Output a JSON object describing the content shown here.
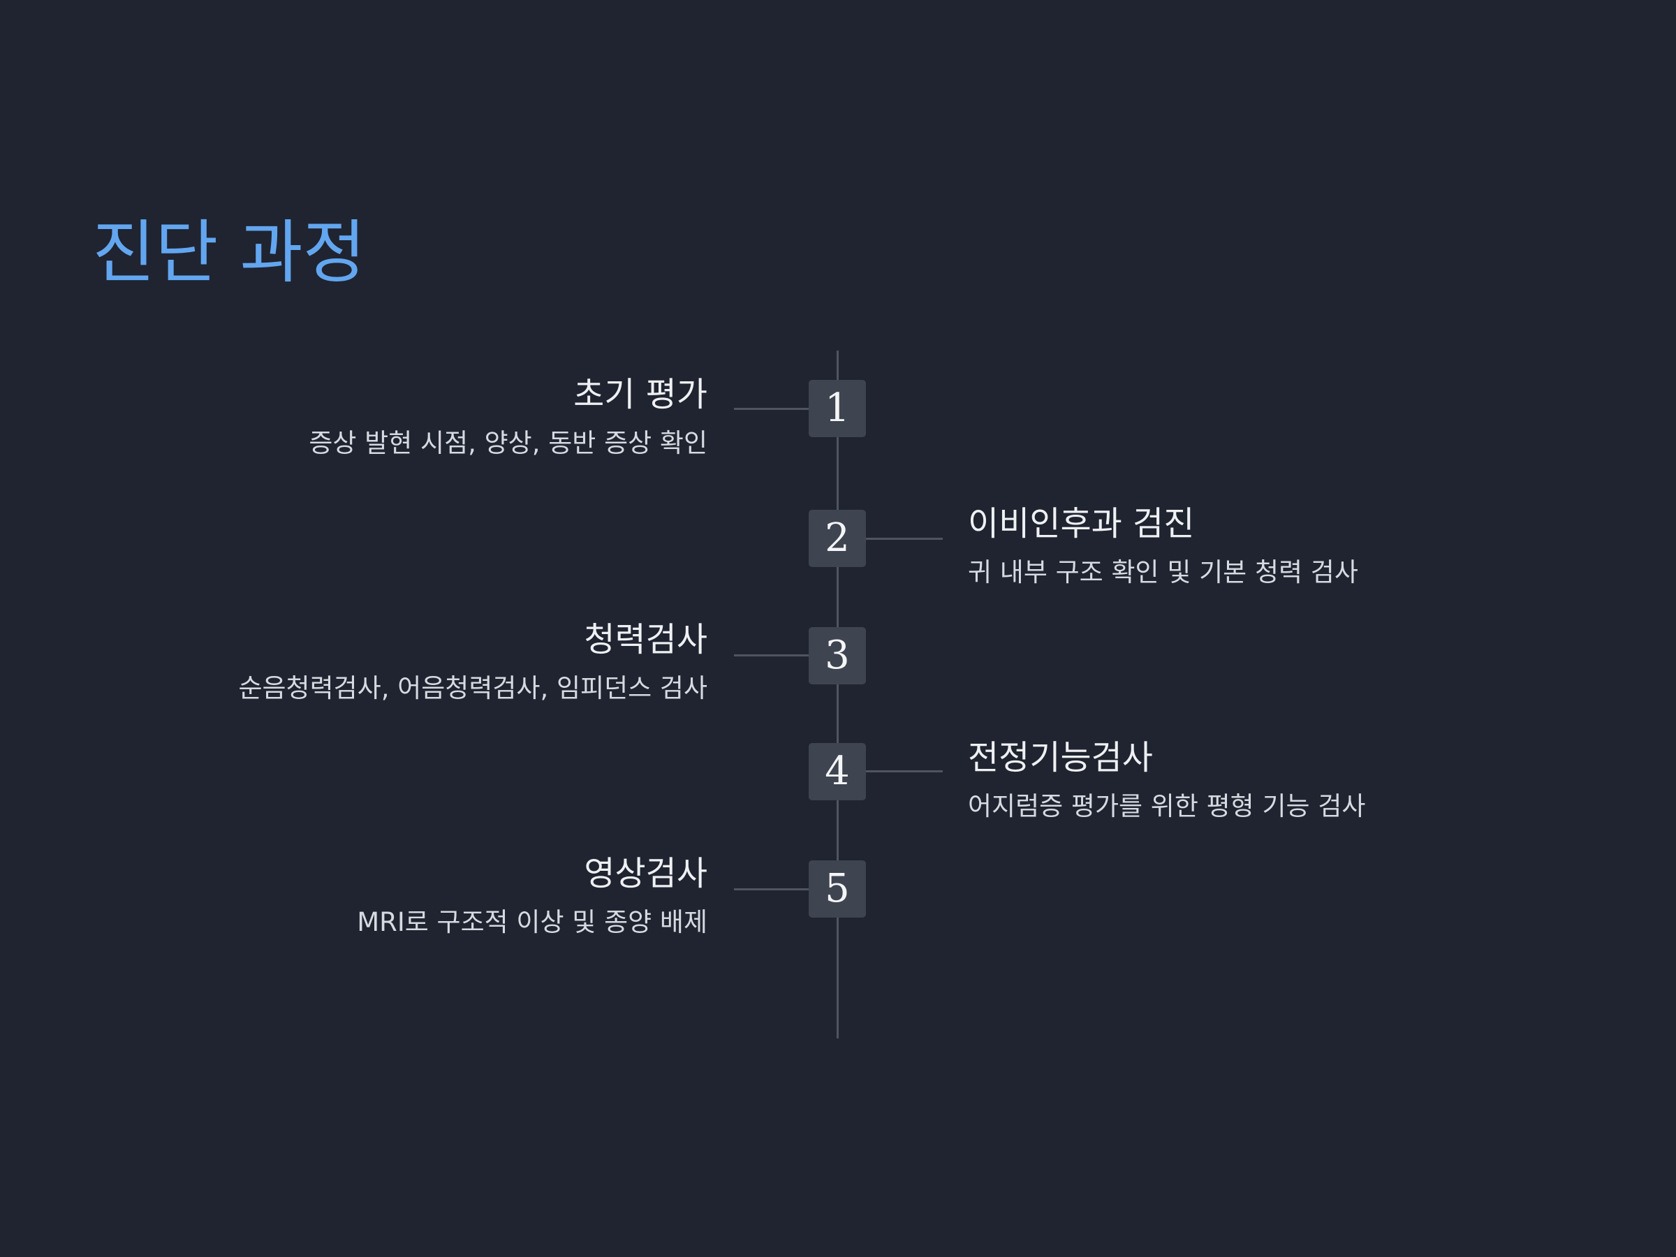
{
  "title": "진단 과정",
  "colors": {
    "background": "#1f2430",
    "accent": "#63a6f0",
    "heading": "#eef0f3",
    "description": "#d6dae1",
    "line": "#4f5560",
    "box": "#3e4450",
    "box_text": "#f4f5f7"
  },
  "steps": [
    {
      "number": "1",
      "heading": "초기 평가",
      "description": "증상 발현 시점, 양상, 동반 증상 확인",
      "side": "left"
    },
    {
      "number": "2",
      "heading": "이비인후과 검진",
      "description": "귀 내부 구조 확인 및 기본 청력 검사",
      "side": "right"
    },
    {
      "number": "3",
      "heading": "청력검사",
      "description": "순음청력검사, 어음청력검사, 임피던스 검사",
      "side": "left"
    },
    {
      "number": "4",
      "heading": "전정기능검사",
      "description": "어지럼증 평가를 위한 평형 기능 검사",
      "side": "right"
    },
    {
      "number": "5",
      "heading": "영상검사",
      "description": "MRI로 구조적 이상 및 종양 배제",
      "side": "left"
    }
  ]
}
